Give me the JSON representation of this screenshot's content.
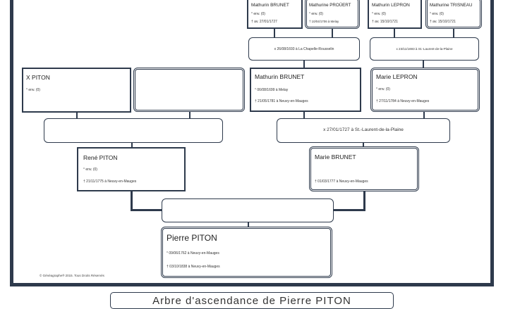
{
  "gen4": [
    {
      "name": "Mathurin  BRUNET",
      "birth": "° env. (0)",
      "death": "† av. 27/01/1727"
    },
    {
      "name": "Mathurine  PROÜERT",
      "birth": "° env. (0)",
      "death": "† 10/04/1706 à Melay"
    },
    {
      "name": "Mathurin  LEPRON",
      "birth": "° env. (0)",
      "death": "† av. 15/10/1721"
    },
    {
      "name": "Mathurine  TRISNEAU",
      "birth": "° env. (0)",
      "death": "† av. 15/10/1721"
    }
  ],
  "marriages_gen4": [
    "x 26/08/1693 à La Chapelle-Rousselin",
    "x 23/11/1693 à St.-Laurent-de-la-Plaine"
  ],
  "gen3": {
    "x_piton": {
      "name": "X  PITON",
      "birth": "° env. (0)"
    },
    "mathurin": {
      "name": "Mathurin  BRUNET",
      "birth": "° 06/08/1699 à Melay",
      "death": "† 21/05/1781 à Neuvy-en-Mauges"
    },
    "marie_lepron": {
      "name": "Marie  LEPRON",
      "birth": "° env. (0)",
      "death": "† 27/11/1784 à Neuvy-en-Mauges"
    }
  },
  "marriage_gen3": "x 27/01/1727 à St.-Laurent-de-la-Plaine",
  "gen2": {
    "rene": {
      "name": "René  PITON",
      "birth": "° env. (0)",
      "death": "† 21/11/1775 à Neuvy-en-Mauges"
    },
    "marie_brunet": {
      "name": "Marie  BRUNET",
      "death": "† 01/03/1777 à Neuvy-en-Mauges"
    }
  },
  "gen1": {
    "name": "Pierre  PITON",
    "birth": "° 09/06/1762 à Neuvy-en-Mauges",
    "death": "† 03/10/1838 à Neuvy-en-Mauges"
  },
  "copyright": "© Généagraphe® 2015. Tous Droits Réservés",
  "caption": "Arbre d'ascendance de Pierre  PITON"
}
